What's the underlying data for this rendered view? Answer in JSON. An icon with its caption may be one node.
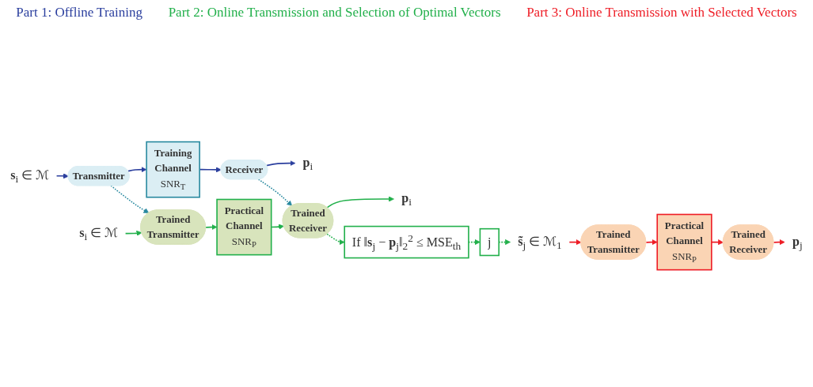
{
  "diagram": {
    "nodes": [
      {
        "text": [
          "**s**$_{i}$ ∈ ℳ"
        ]
      },
      {
        "text": [
          "Transmitter"
        ]
      },
      {
        "text": [
          "Training Channel",
          "SNR$_{T}$"
        ]
      },
      {
        "text": [
          "Receiver"
        ]
      },
      {
        "text": [
          "**p**$_{i}$"
        ]
      },
      {
        "text": [
          "**s**$_{i}$ ∈ ℳ"
        ]
      },
      {
        "text": [
          "Trained Transmitter"
        ]
      },
      {
        "text": [
          "Practical Channel",
          "SNR$_{P}$"
        ]
      },
      {
        "text": [
          "Trained Receiver"
        ]
      },
      {
        "text": [
          "**p**$_{i}$"
        ]
      },
      {
        "text": [
          "If ‖**s**$_{j}$ − **p**$_{j}$‖$_{2}$$^{2}$ ≤ MSE$_{th}$"
        ]
      },
      {
        "text": [
          "j"
        ]
      },
      {
        "text": [
          "**s̃**$_{j}$ ∈ ℳ$_{1}$"
        ]
      },
      {
        "text": [
          "Trained Transmitter"
        ]
      },
      {
        "text": [
          "Practical Channel",
          "SNR$_{P}$"
        ]
      },
      {
        "text": [
          "Trained Receiver"
        ]
      },
      {
        "text": [
          "**p**$_{j}$"
        ]
      }
    ],
    "edges": [
      {
        "from": 0,
        "to": 1,
        "arrow": "to",
        "color": "#2b3f9e"
      },
      {
        "from": 1,
        "to": 2,
        "arrow": "to",
        "color": "#2b3f9e"
      },
      {
        "from": 2,
        "to": 3,
        "arrow": "to",
        "color": "#2b3f9e"
      },
      {
        "from": 3,
        "to": 4,
        "arrow": "to",
        "color": "#2b3f9e"
      },
      {
        "from": 1,
        "to": 6,
        "arrow": "to",
        "style": "dashed",
        "color": "#2a8aa0"
      },
      {
        "from": 3,
        "to": 8,
        "arrow": "to",
        "style": "dashed",
        "color": "#2a8aa0"
      },
      {
        "from": 5,
        "to": 6,
        "arrow": "to",
        "color": "#22b04b"
      },
      {
        "from": 6,
        "to": 7,
        "arrow": "to",
        "color": "#22b04b"
      },
      {
        "from": 7,
        "to": 8,
        "arrow": "to",
        "color": "#22b04b"
      },
      {
        "from": 8,
        "to": 9,
        "arrow": "to",
        "color": "#22b04b"
      },
      {
        "from": 8,
        "to": 10,
        "arrow": "to",
        "style": "dashed",
        "color": "#22b04b"
      },
      {
        "from": 10,
        "to": 11,
        "arrow": "to",
        "style": "dashed",
        "color": "#22b04b"
      },
      {
        "from": 11,
        "to": 12,
        "arrow": "to",
        "style": "dashed",
        "color": "#22b04b"
      },
      {
        "from": 12,
        "to": 13,
        "arrow": "to",
        "color": "#ee1c25"
      },
      {
        "from": 13,
        "to": 14,
        "arrow": "to",
        "color": "#ee1c25"
      },
      {
        "from": 14,
        "to": 15,
        "arrow": "to",
        "color": "#ee1c25"
      },
      {
        "from": 15,
        "to": 16,
        "arrow": "to",
        "color": "#ee1c25"
      }
    ],
    "labels": [
      "Part 1: Offline Training",
      "Part 2: Online Transmission and Selection of Optimal Vectors",
      "Part 3: Online Transmission with Selected Vectors"
    ]
  }
}
